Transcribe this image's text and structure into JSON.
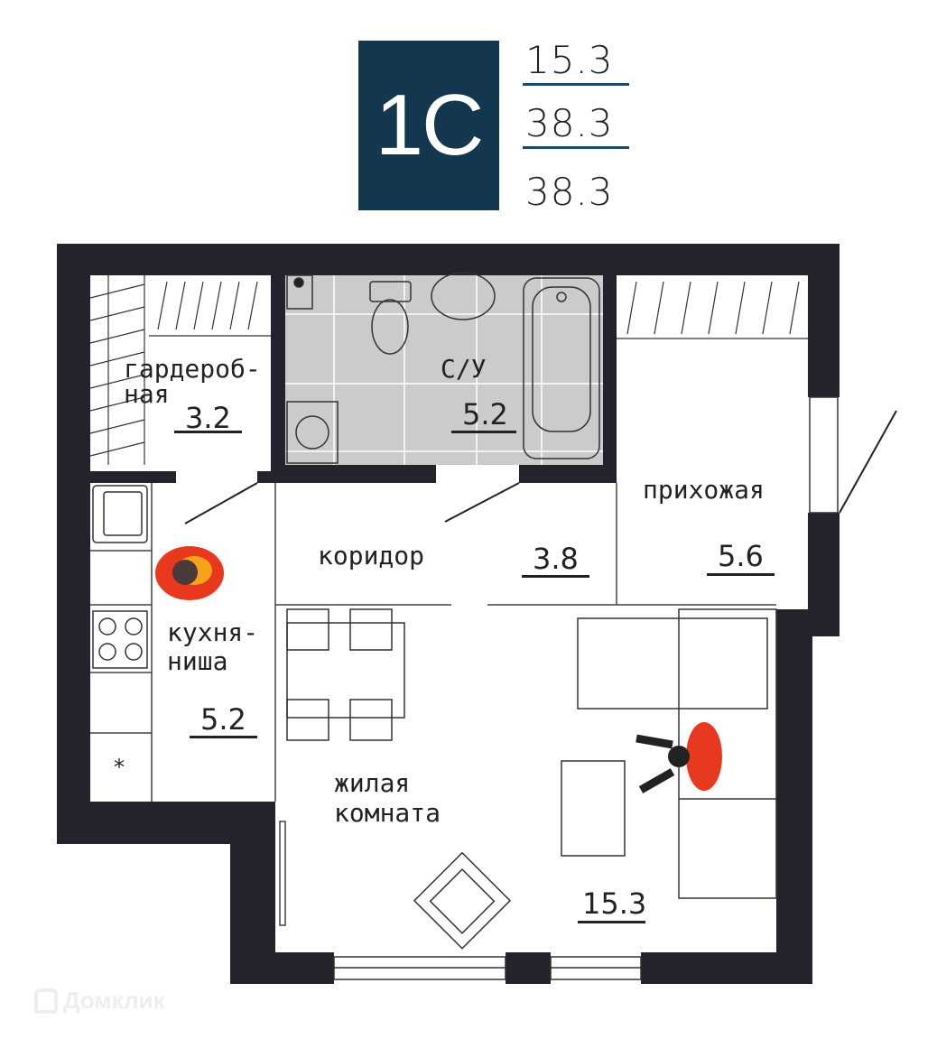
{
  "header": {
    "type": "1С",
    "living_area": "15.3",
    "total_area": "38.3",
    "total_area_2": "38.3"
  },
  "rooms": [
    {
      "name_line1": "гардероб-",
      "name_line2": "ная",
      "area": "3.2"
    },
    {
      "name_line1": "С/У",
      "area": "5.2"
    },
    {
      "name_line1": "прихожая",
      "area": "5.6"
    },
    {
      "name_line1": "коридор",
      "area": "3.8"
    },
    {
      "name_line1": "кухня-",
      "name_line2": "ниша",
      "area": "5.2"
    },
    {
      "name_line1": "жилая",
      "name_line2": "комната",
      "area": "15.3"
    }
  ],
  "marker": "*",
  "watermark": "Домклик",
  "colors": {
    "badge": "#12374f",
    "wall": "#23232b",
    "bathroom": "#cbcbcb",
    "accent": "#e8381e"
  }
}
